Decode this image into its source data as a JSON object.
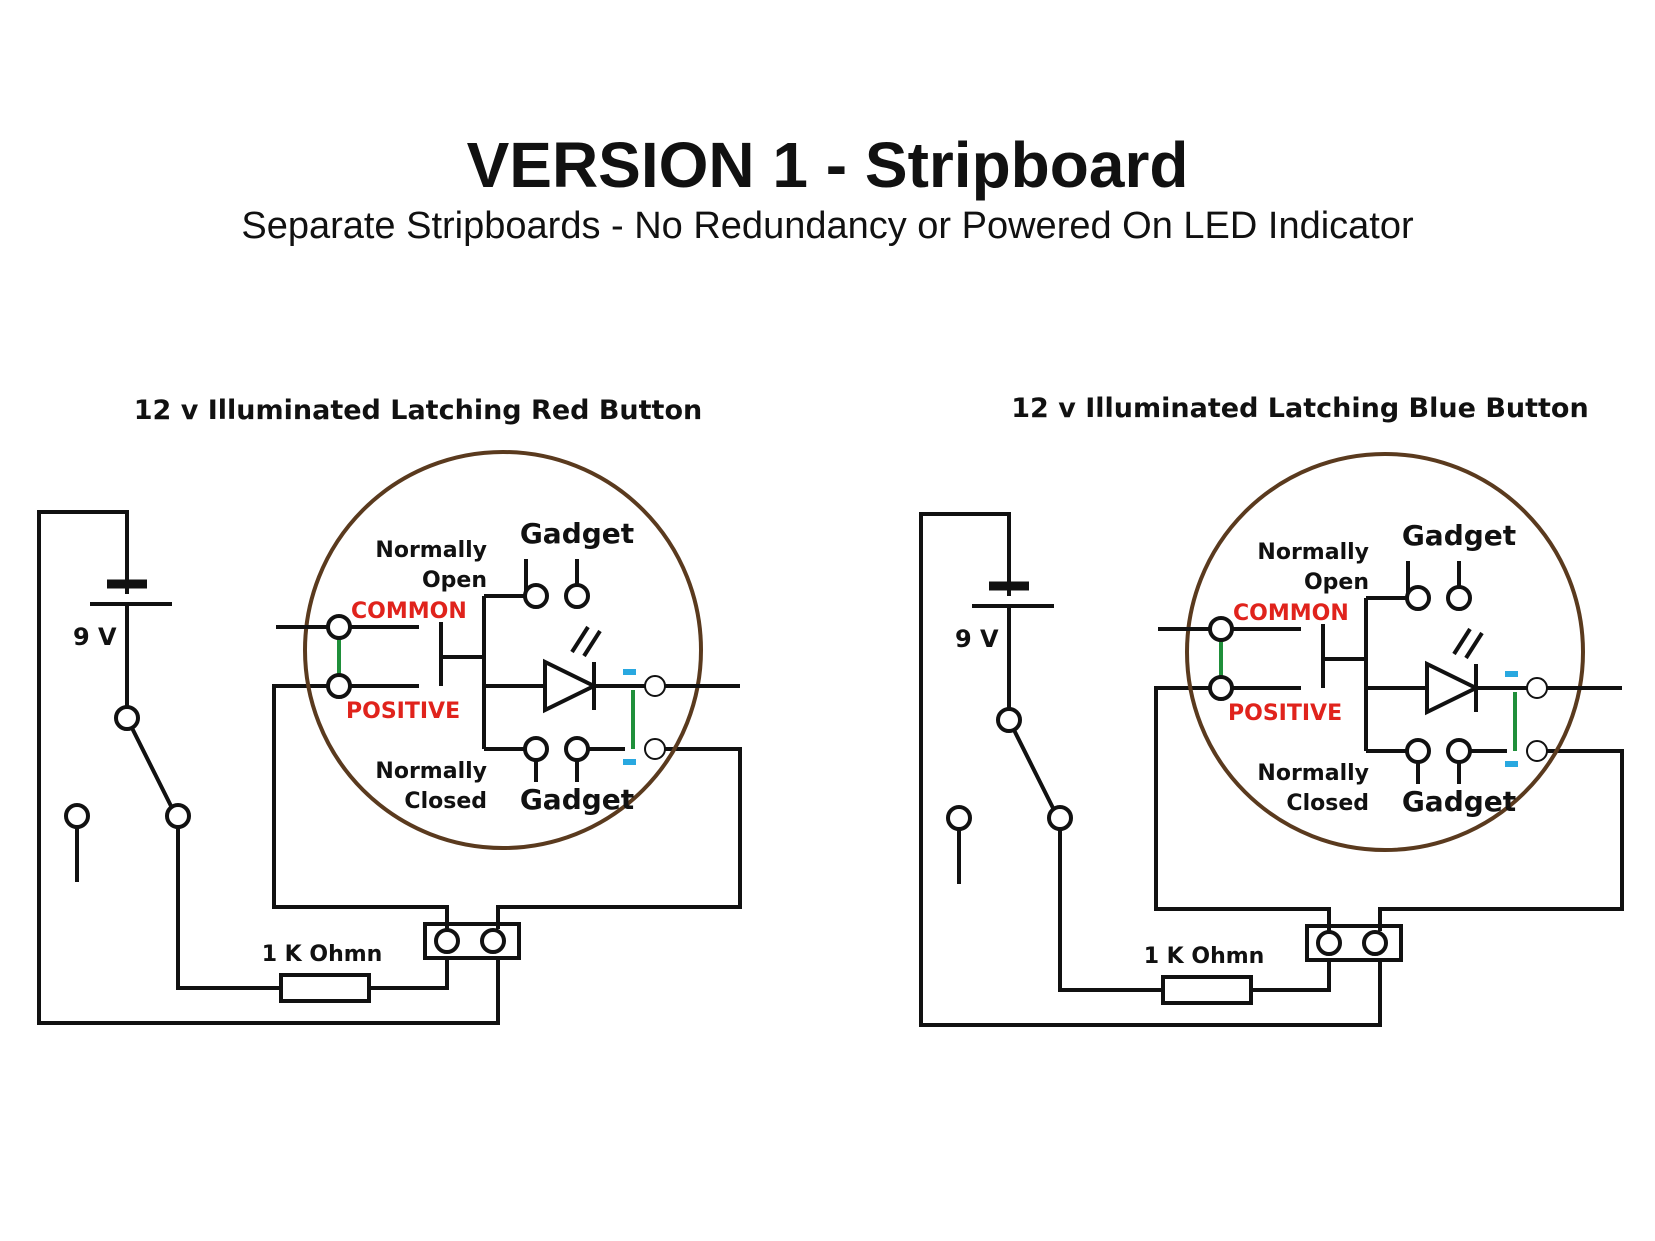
{
  "header": {
    "title": "VERSION 1 - Stripboard",
    "subtitle": "Separate Stripboards - No Redundancy or Powered On LED Indicator"
  },
  "circuits": [
    {
      "heading": "12 v Illuminated Latching Red Button",
      "battery_label": "9 V",
      "resistor_label": "1 K Ohmn",
      "normally_open_label_1": "Normally",
      "normally_open_label_2": "Open",
      "normally_closed_label_1": "Normally",
      "normally_closed_label_2": "Closed",
      "gadget_top_label": "Gadget",
      "gadget_bottom_label": "Gadget",
      "common_label": "COMMON",
      "positive_label": "POSITIVE"
    },
    {
      "heading": "12 v Illuminated Latching Blue Button",
      "battery_label": "9 V",
      "resistor_label": "1 K Ohmn",
      "normally_open_label_1": "Normally",
      "normally_open_label_2": "Open",
      "normally_closed_label_1": "Normally",
      "normally_closed_label_2": "Closed",
      "gadget_top_label": "Gadget",
      "gadget_bottom_label": "Gadget",
      "common_label": "COMMON",
      "positive_label": "POSITIVE"
    }
  ],
  "colors": {
    "wire": "#111111",
    "circle": "#5a3a1e",
    "label_red": "#e0231c",
    "stripboard_link": "#1f8f3a",
    "led_marker": "#29a8e0"
  }
}
